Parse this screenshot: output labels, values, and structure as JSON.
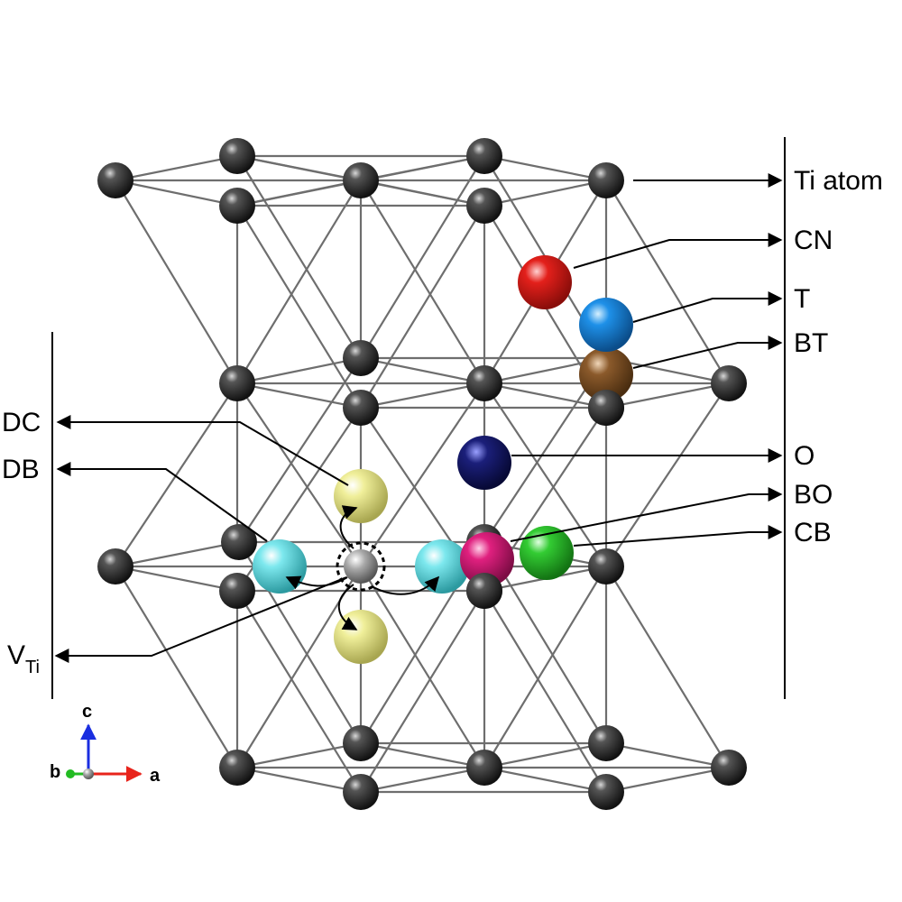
{
  "labels": {
    "ti_atom": "Ti atom",
    "cn": "CN",
    "t": "T",
    "bt": "BT",
    "o": "O",
    "bo": "BO",
    "cb": "CB",
    "dc": "DC",
    "db": "DB",
    "vti_main": "V",
    "vti_sub": "Ti"
  },
  "axes": {
    "a": "a",
    "b": "b",
    "c": "c"
  },
  "colors": {
    "ti": "#2b2b2b",
    "vacancy": "#9a9a9a",
    "cn": "#e3201b",
    "t": "#1e90e8",
    "bt": "#8b5a2b",
    "o": "#1b1f7a",
    "bo": "#e0207f",
    "cb": "#33cc33",
    "db": "#7de8ee",
    "dc": "#f0ef9a",
    "axis_a": "#e8231b",
    "axis_b": "#22bb22",
    "axis_c": "#1a2ee0"
  }
}
